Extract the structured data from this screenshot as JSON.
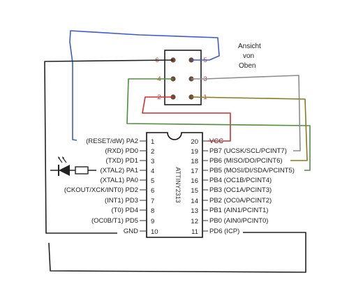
{
  "header": {
    "caption": [
      "Ansicht",
      "von",
      "Oben"
    ],
    "pins": [
      "6",
      "5",
      "4",
      "3",
      "2",
      "1"
    ]
  },
  "chip": {
    "name": "ATTINY2313",
    "left_pins": [
      {
        "num": "1",
        "label": "(RESET/dW) PA2"
      },
      {
        "num": "2",
        "label": "(RXD) PD0"
      },
      {
        "num": "3",
        "label": "(TXD) PD1"
      },
      {
        "num": "4",
        "label": "(XTAL2) PA1"
      },
      {
        "num": "5",
        "label": "(XTAL1) PA0"
      },
      {
        "num": "6",
        "label": "(CKOUT/XCK/INT0) PD2"
      },
      {
        "num": "7",
        "label": "(INT1) PD3"
      },
      {
        "num": "8",
        "label": "(T0) PD4"
      },
      {
        "num": "9",
        "label": "(OC0B/T1) PD5"
      },
      {
        "num": "10",
        "label": "GND"
      }
    ],
    "right_pins": [
      {
        "num": "20",
        "label": "VCC"
      },
      {
        "num": "19",
        "label": "PB7 (UCSK/SCL/PCINT7)"
      },
      {
        "num": "18",
        "label": "PB6 (MISO/DO/PCINT6)"
      },
      {
        "num": "17",
        "label": "PB5 (MOSI/DI/SDA/PCINT5)"
      },
      {
        "num": "16",
        "label": "PB4 (OC1B/PCINT4)"
      },
      {
        "num": "15",
        "label": "PB3 (OC1A/PCINT3)"
      },
      {
        "num": "14",
        "label": "PB2 (OC0A/PCINT2)"
      },
      {
        "num": "13",
        "label": "PB1 (AIN1/PCINT1)"
      },
      {
        "num": "12",
        "label": "PB0 (AIN0/PCINT0)"
      },
      {
        "num": "11",
        "label": "PD6 (ICP)"
      }
    ]
  },
  "colors": {
    "blue": "#3b5bd6",
    "red": "#d62d2d",
    "green": "#4f8f3a",
    "olive": "#8a7a1e",
    "gray": "#8c8c8c",
    "black": "#222222"
  }
}
